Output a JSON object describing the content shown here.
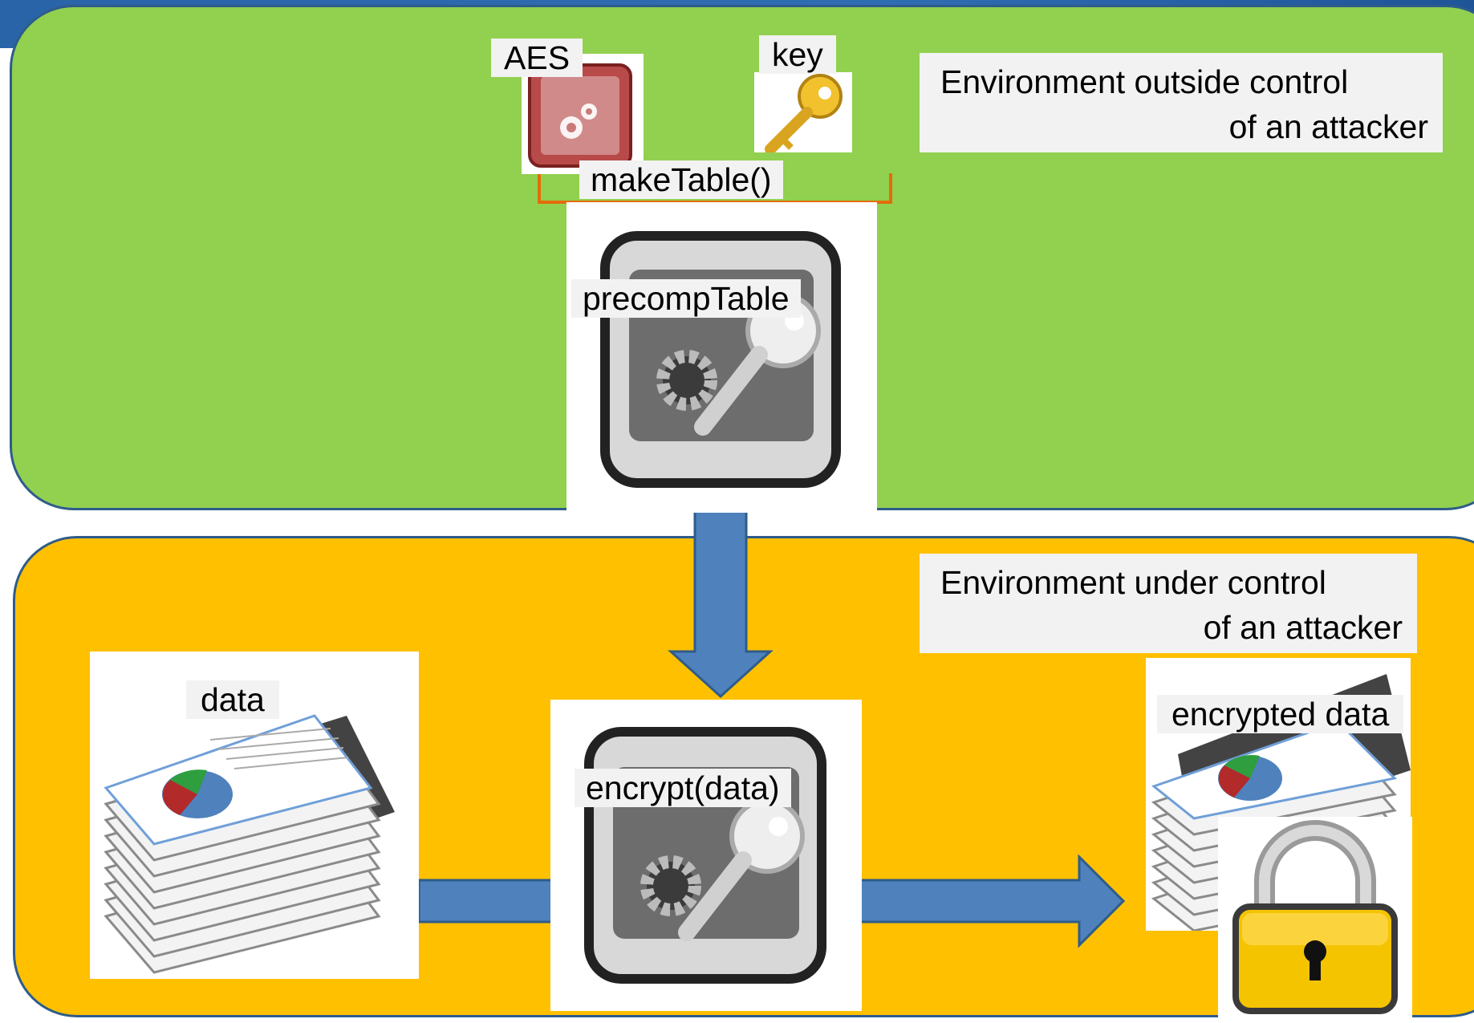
{
  "top_environment": {
    "line1": "Environment outside control",
    "line2": "of an attacker"
  },
  "bottom_environment": {
    "line1": "Environment under control",
    "line2": "of an attacker"
  },
  "labels": {
    "aes": "AES",
    "key": "key",
    "make_table": "makeTable()",
    "precomp_table": "precompTable",
    "data": "data",
    "encrypt": "encrypt(data)",
    "encrypted_data": "encrypted data"
  },
  "icons": {
    "aes": "application-gears-icon",
    "key": "gold-key-icon",
    "precomp_table": "keychain-utility-icon",
    "data": "document-stack-pie-chart-icon",
    "encrypt": "keychain-utility-icon",
    "encrypted_data": "document-stack-icon",
    "lock": "padlock-icon"
  },
  "colors": {
    "trusted_environment": "#92d050",
    "untrusted_environment": "#ffc000",
    "arrow": "#4f81bd",
    "border": "#2e5c8a",
    "bracket": "#e36c09"
  }
}
